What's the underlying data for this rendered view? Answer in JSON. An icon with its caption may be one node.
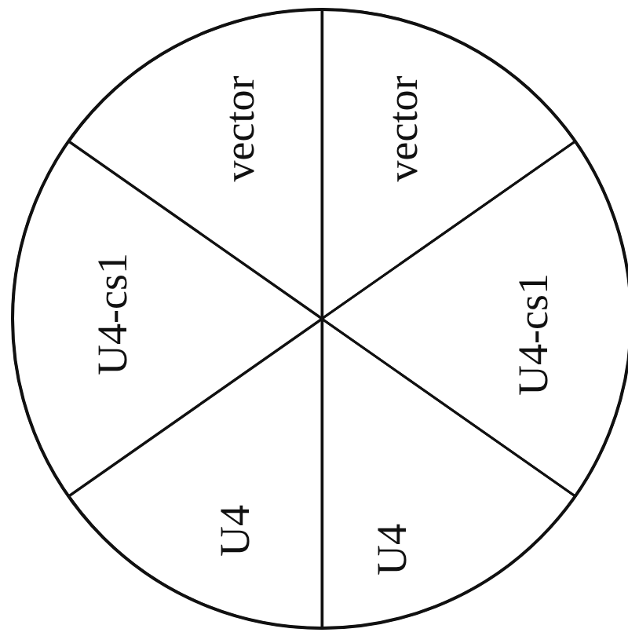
{
  "diagram": {
    "nodes": [
      {
        "text": [],
        "shape": "circle"
      },
      {
        "text": [
          "vector"
        ],
        "in": 0
      },
      {
        "text": [
          "vector"
        ],
        "in": 0
      },
      {
        "text": [
          "U4-cs1"
        ],
        "in": 0
      },
      {
        "text": [
          "U4-cs1"
        ],
        "in": 0
      },
      {
        "text": [
          "U4"
        ],
        "in": 0
      },
      {
        "text": [
          "U4"
        ],
        "in": 0
      }
    ]
  }
}
